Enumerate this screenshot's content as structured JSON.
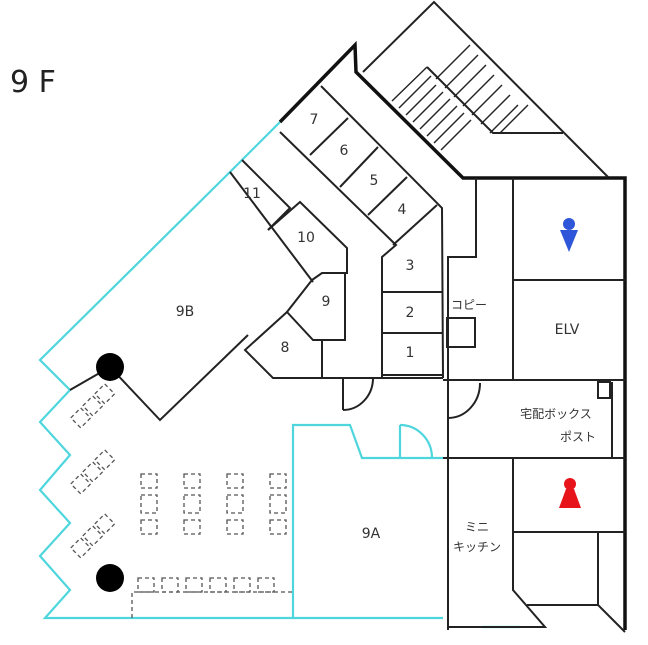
{
  "floor_title": "9 F",
  "rooms": {
    "r1": "1",
    "r2": "2",
    "r3": "3",
    "r4": "4",
    "r5": "5",
    "r6": "6",
    "r7": "7",
    "r8": "8",
    "r9": "9",
    "r10": "10",
    "r11": "11",
    "r9a": "9A",
    "r9b": "9B"
  },
  "facilities": {
    "copy": "コピー",
    "elevator": "ELV",
    "delivery_box": "宅配ボックス",
    "post": "ポスト",
    "mini": "ミニ",
    "kitchen": "キッチン"
  },
  "icons": {
    "mens_restroom": "male-restroom-icon",
    "womens_restroom": "female-restroom-icon"
  },
  "colors": {
    "glass_wall": "#4fd6dd",
    "male_icon": "#2f56d8",
    "female_icon": "#e8141c"
  }
}
